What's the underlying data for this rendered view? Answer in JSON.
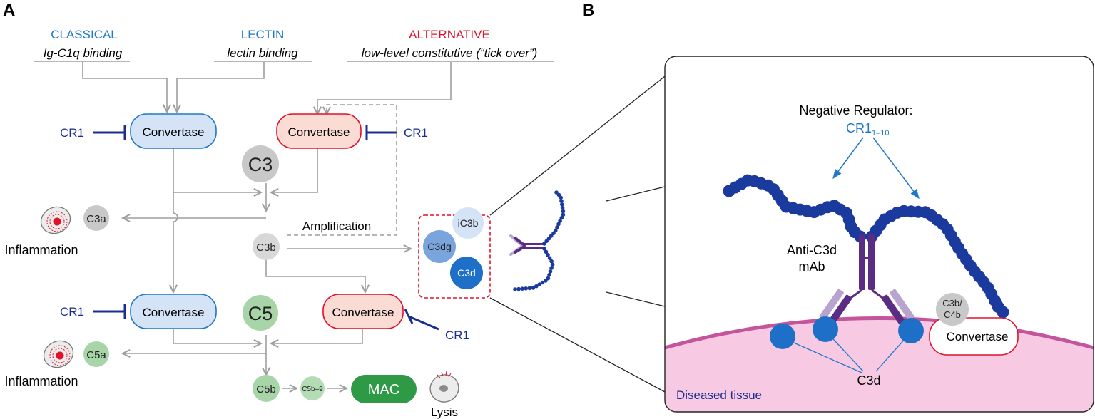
{
  "panels": {
    "a": "A",
    "b": "B"
  },
  "pathways": {
    "classical": {
      "name": "CLASSICAL",
      "trigger": "Ig-C1q binding"
    },
    "lectin": {
      "name": "LECTIN",
      "trigger": "lectin binding"
    },
    "alternative": {
      "name": "ALTERNATIVE",
      "trigger": "low-level constitutive (“tick over”)"
    }
  },
  "nodes": {
    "convertase": "Convertase",
    "cr1": "CR1",
    "c3": "C3",
    "c3a": "C3a",
    "c3b": "C3b",
    "c5": "C5",
    "c5a": "C5a",
    "c5b": "C5b",
    "c5b9": "C5b–9",
    "mac": "MAC",
    "inflammation": "Inflammation",
    "lysis": "Lysis",
    "amplification": "Amplification"
  },
  "fragments": {
    "ic3b": "iC3b",
    "c3dg": "C3dg",
    "c3d": "C3d"
  },
  "panel_b": {
    "neg_regulator": "Negative Regulator:",
    "cr1_base": "CR1",
    "cr1_sub": "1–10",
    "antibody_line1": "Anti-C3d",
    "antibody_line2": "mAb",
    "c3b_c4b_line1": "C3b/",
    "c3b_c4b_line2": "C4b",
    "convertase": "Convertase",
    "c3d": "C3d",
    "tissue": "Diseased tissue"
  },
  "colors": {
    "classical": "#1f78c8",
    "alternative": "#e0112b",
    "cr1": "#1a2f8f",
    "arrow": "#9e9e9e",
    "classical_fill": "#d4e4f6",
    "alternative_fill": "#fadcd4",
    "c5_green": "#a8d5a8",
    "mac_green": "#2e9a45",
    "bead_blue": "#1a3a9e",
    "antibody_purple": "#5a2d82",
    "antibody_light": "#b9a3cf",
    "tissue_pink": "#f7c9e3",
    "membrane_pink": "#c4559c"
  }
}
